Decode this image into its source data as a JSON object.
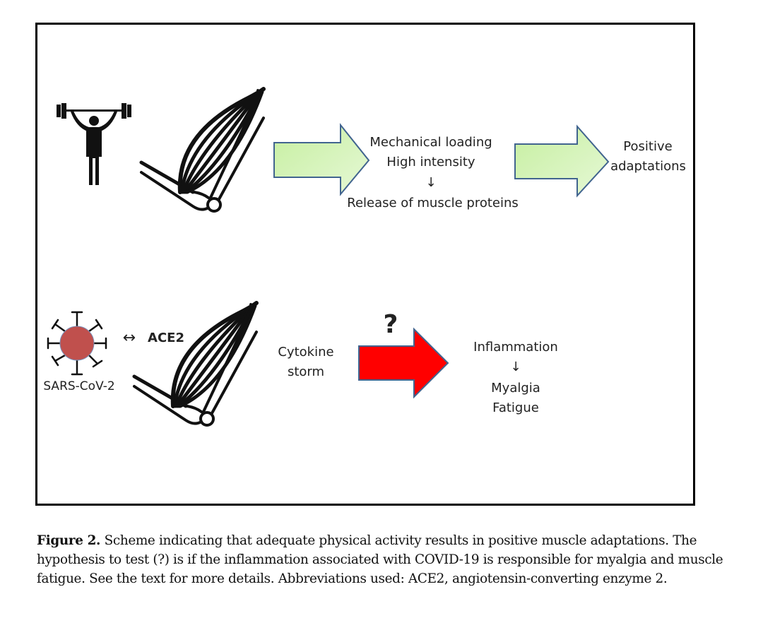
{
  "figure": {
    "top_row": {
      "icons": [
        "weightlifter-icon",
        "muscle-icon"
      ],
      "arrow1": {
        "color": "#c8f0a8",
        "border": "#41648f"
      },
      "mechanism_lines": [
        "Mechanical loading",
        "High intensity",
        "↓",
        "Release of muscle proteins"
      ],
      "arrow2": {
        "color": "#c8f0a8",
        "border": "#41648f"
      },
      "outcome_lines": [
        "Positive",
        "adaptations"
      ]
    },
    "bottom_row": {
      "virus": {
        "label": "SARS-CoV-2",
        "color": "#c0504d"
      },
      "binding_arrow": "↔",
      "receptor_label": "ACE2",
      "cytokine_lines": [
        "Cytokine",
        "storm"
      ],
      "question_mark": "?",
      "arrow": {
        "color": "#ff0000",
        "border": "#41648f"
      },
      "outcome_lines": [
        "Inflammation",
        "↓",
        "Myalgia",
        "Fatigue"
      ]
    }
  },
  "caption": {
    "label": "Figure 2.",
    "text": " Scheme indicating that adequate physical activity results in positive muscle adaptations. The hypothesis to test (?) is if the inflammation associated with COVID-19 is responsible for myalgia and muscle fatigue. See the text for more details. Abbreviations used: ACE2, angiotensin-converting enzyme 2."
  }
}
